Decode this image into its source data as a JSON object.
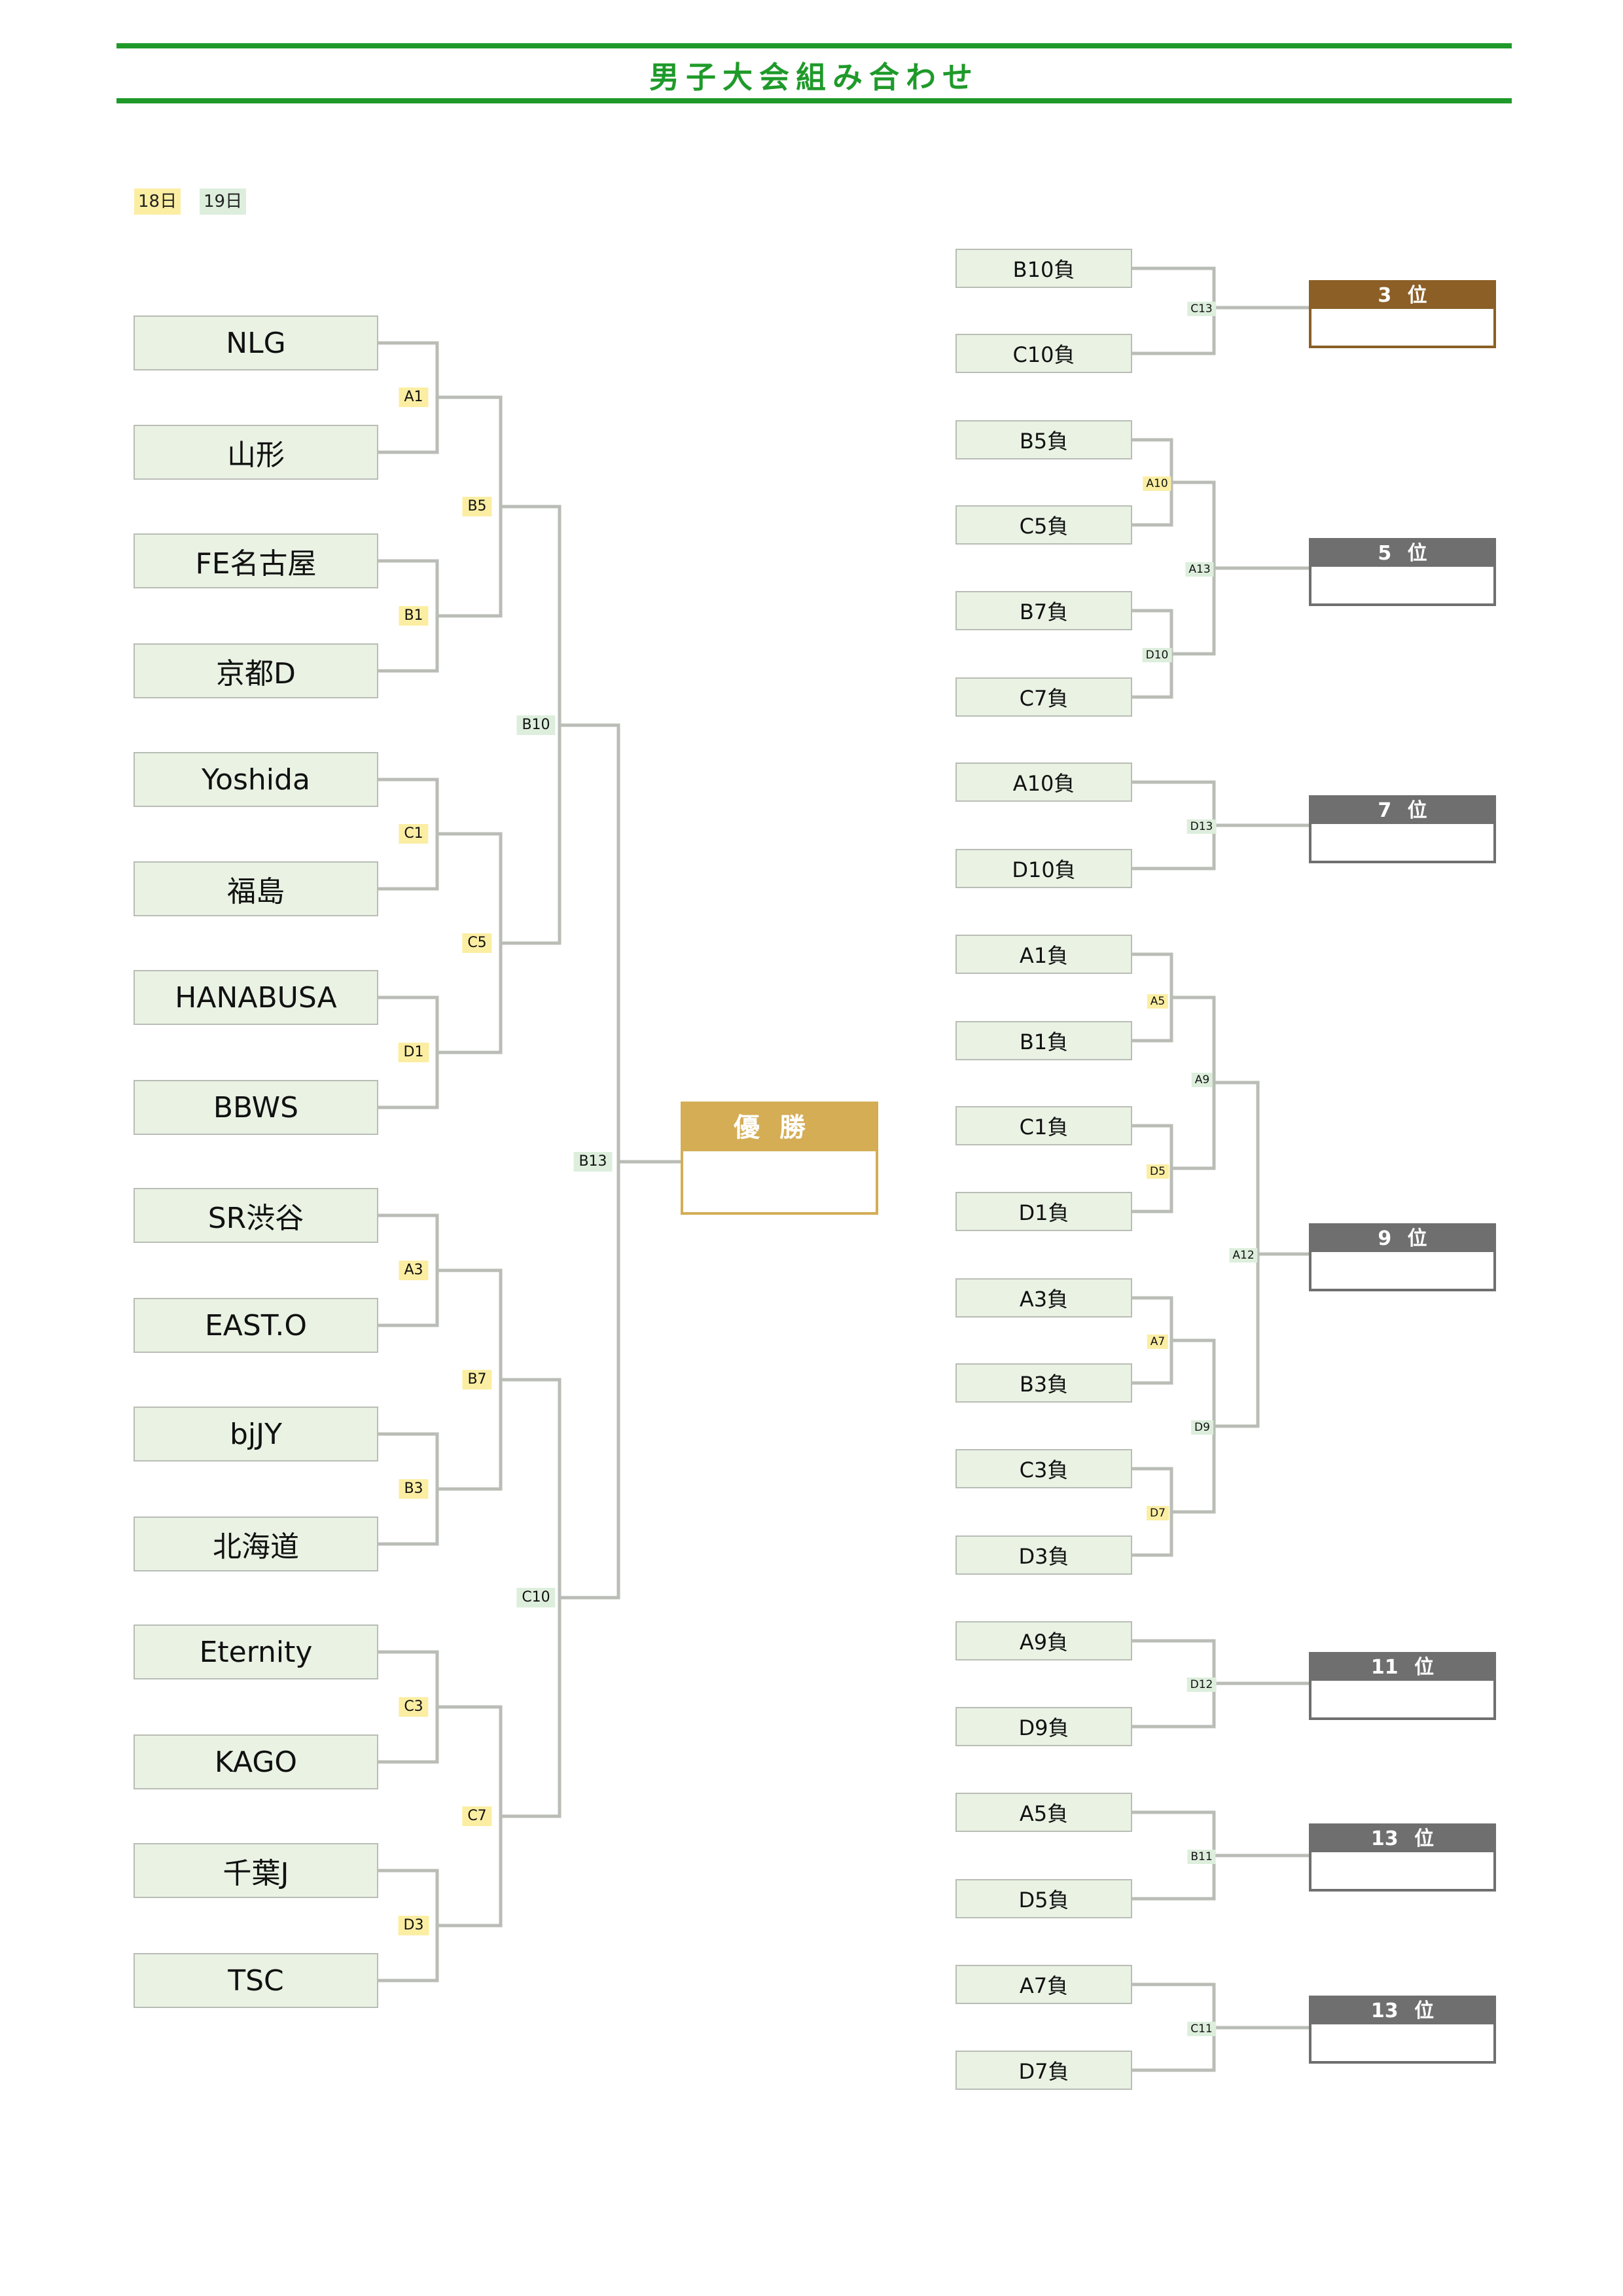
{
  "title": "男子大会組み合わせ",
  "legend": {
    "day1": "18日",
    "day2": "19日"
  },
  "teams": [
    "NLG",
    "山形",
    "FE名古屋",
    "京都D",
    "Yoshida",
    "福島",
    "HANABUSA",
    "BBWS",
    "SR渋谷",
    "EAST.O",
    "bjJY",
    "北海道",
    "Eternity",
    "KAGO",
    "千葉J",
    "TSC"
  ],
  "bracket_labels": {
    "A1": "A1",
    "B1": "B1",
    "C1": "C1",
    "D1": "D1",
    "A3": "A3",
    "B3": "B3",
    "C3": "C3",
    "D3": "D3",
    "B5": "B5",
    "C5": "C5",
    "B7": "B7",
    "C7": "C7",
    "B10": "B10",
    "C10": "C10",
    "B13": "B13"
  },
  "champion": {
    "label": "優勝"
  },
  "losers": [
    "B10負",
    "C10負",
    "B5負",
    "C5負",
    "B7負",
    "C7負",
    "A10負",
    "D10負",
    "A1負",
    "B1負",
    "C1負",
    "D1負",
    "A3負",
    "B3負",
    "C3負",
    "D3負",
    "A9負",
    "D9負",
    "A5負",
    "D5負",
    "A7負",
    "D7負"
  ],
  "consolation_labels": {
    "C13": "C13",
    "A10": "A10",
    "D10": "D10",
    "A13": "A13",
    "D13": "D13",
    "A5": "A5",
    "D5": "D5",
    "A9": "A9",
    "A7": "A7",
    "D7": "D7",
    "D9": "D9",
    "A12": "A12",
    "D12": "D12",
    "B11": "B11",
    "C11": "C11"
  },
  "places": {
    "p3": "3 位",
    "p5": "5 位",
    "p7": "7 位",
    "p9": "9 位",
    "p11": "11 位",
    "p13a": "13 位",
    "p13b": "13 位"
  },
  "colors": {
    "rule": "#1f9a2a",
    "day18": "#fbeea3",
    "day19": "#ddeedd",
    "champion": "#d4ad55",
    "third": "#8c5f26",
    "place": "#6f6f6f",
    "line": "#b9bdb6"
  }
}
